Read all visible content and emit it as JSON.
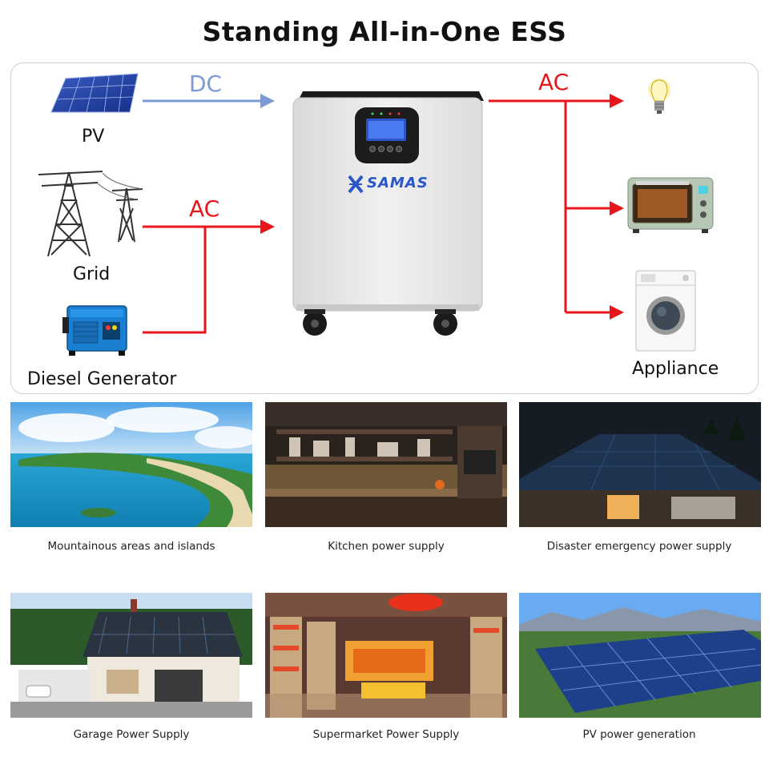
{
  "title": "Standing All-in-One ESS",
  "diagram": {
    "sources": {
      "pv": "PV",
      "grid": "Grid",
      "generator": "Diesel Generator"
    },
    "flows": {
      "dc_in": "DC",
      "ac_in": "AC",
      "ac_out": "AC"
    },
    "device": {
      "brand": "SAMAS"
    },
    "output": {
      "appliance": "Appliance"
    },
    "colors": {
      "ac_line": "#e8161b",
      "dc_line": "#7b9bd6"
    }
  },
  "scenarios": [
    {
      "caption": "Mountainous areas and islands"
    },
    {
      "caption": "Kitchen power supply"
    },
    {
      "caption": "Disaster emergency power supply"
    },
    {
      "caption": "Garage Power Supply"
    },
    {
      "caption": "Supermarket Power Supply"
    },
    {
      "caption": "PV power generation"
    }
  ]
}
